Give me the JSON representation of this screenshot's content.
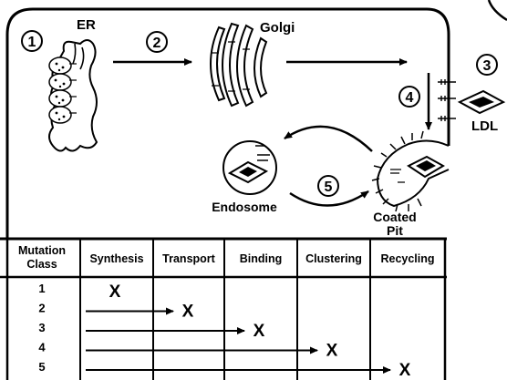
{
  "labels": {
    "er": "ER",
    "golgi": "Golgi",
    "ldl": "LDL",
    "endosome": "Endosome",
    "coated_pit_line1": "Coated",
    "coated_pit_line2": "Pit"
  },
  "steps": [
    "1",
    "2",
    "3",
    "4",
    "5"
  ],
  "table": {
    "header_line1": "Mutation",
    "header_line2": "Class",
    "columns": [
      "Synthesis",
      "Transport",
      "Binding",
      "Clustering",
      "Recycling"
    ],
    "rows": [
      {
        "class": "1",
        "blocked_at": "Synthesis"
      },
      {
        "class": "2",
        "blocked_at": "Transport"
      },
      {
        "class": "3",
        "blocked_at": "Binding"
      },
      {
        "class": "4",
        "blocked_at": "Clustering"
      },
      {
        "class": "5",
        "blocked_at": "Recycling"
      }
    ],
    "mark": "X"
  }
}
